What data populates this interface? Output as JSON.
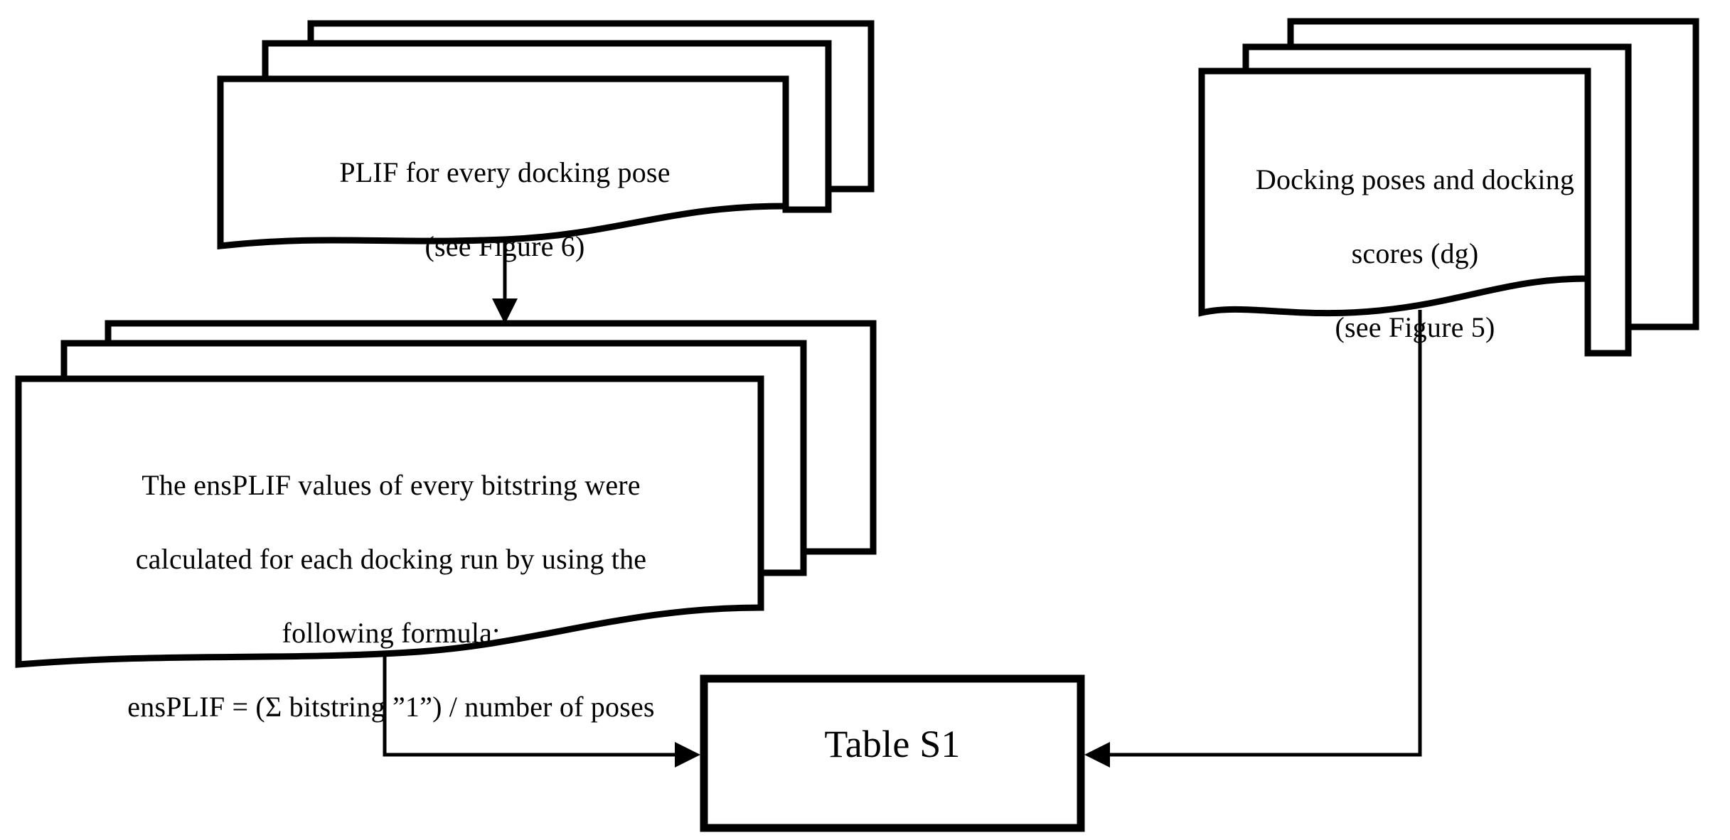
{
  "diagram": {
    "type": "flowchart",
    "title": "",
    "background_color": "#ffffff",
    "line_color": "#000000",
    "text_color": "#000000",
    "nodes": [
      {
        "id": "plif-documents",
        "shape": "multi-document-stack",
        "stack_count": 3,
        "label": "PLIF for every docking pose\n(see Figure 6)",
        "line1": "PLIF for every docking pose",
        "line2": "(see Figure 6)"
      },
      {
        "id": "ensplif-documents",
        "shape": "multi-document-stack",
        "stack_count": 3,
        "label": "The ensPLIF values of every bitstring were calculated for each docking run by using the following formula:\nensPLIF = (Σ bitstring ”1”) / number of poses",
        "line1": "The ensPLIF values of every bitstring were",
        "line2": "calculated for each docking run by using the",
        "line3": "following formula:",
        "line4": "ensPLIF = (Σ bitstring ”1”) / number of poses"
      },
      {
        "id": "docking-documents",
        "shape": "multi-document-stack",
        "stack_count": 3,
        "label": "Docking poses and docking scores (dg)\n(see Figure 5)",
        "line1": "Docking poses and docking",
        "line2": "scores (dg)",
        "line3": "(see Figure 5)"
      },
      {
        "id": "table-s1",
        "shape": "rectangle",
        "label": "Table S1"
      }
    ],
    "edges": [
      {
        "id": "edge-plif-to-ensplif",
        "from": "plif-documents",
        "to": "ensplif-documents",
        "style": "straight-arrow",
        "direction": "down",
        "label": ""
      },
      {
        "id": "edge-ensplif-to-table",
        "from": "ensplif-documents",
        "to": "table-s1",
        "style": "elbow-arrow",
        "direction": "down-right",
        "label": ""
      },
      {
        "id": "edge-docking-to-table",
        "from": "docking-documents",
        "to": "table-s1",
        "style": "elbow-arrow",
        "direction": "down-left",
        "label": ""
      }
    ]
  }
}
